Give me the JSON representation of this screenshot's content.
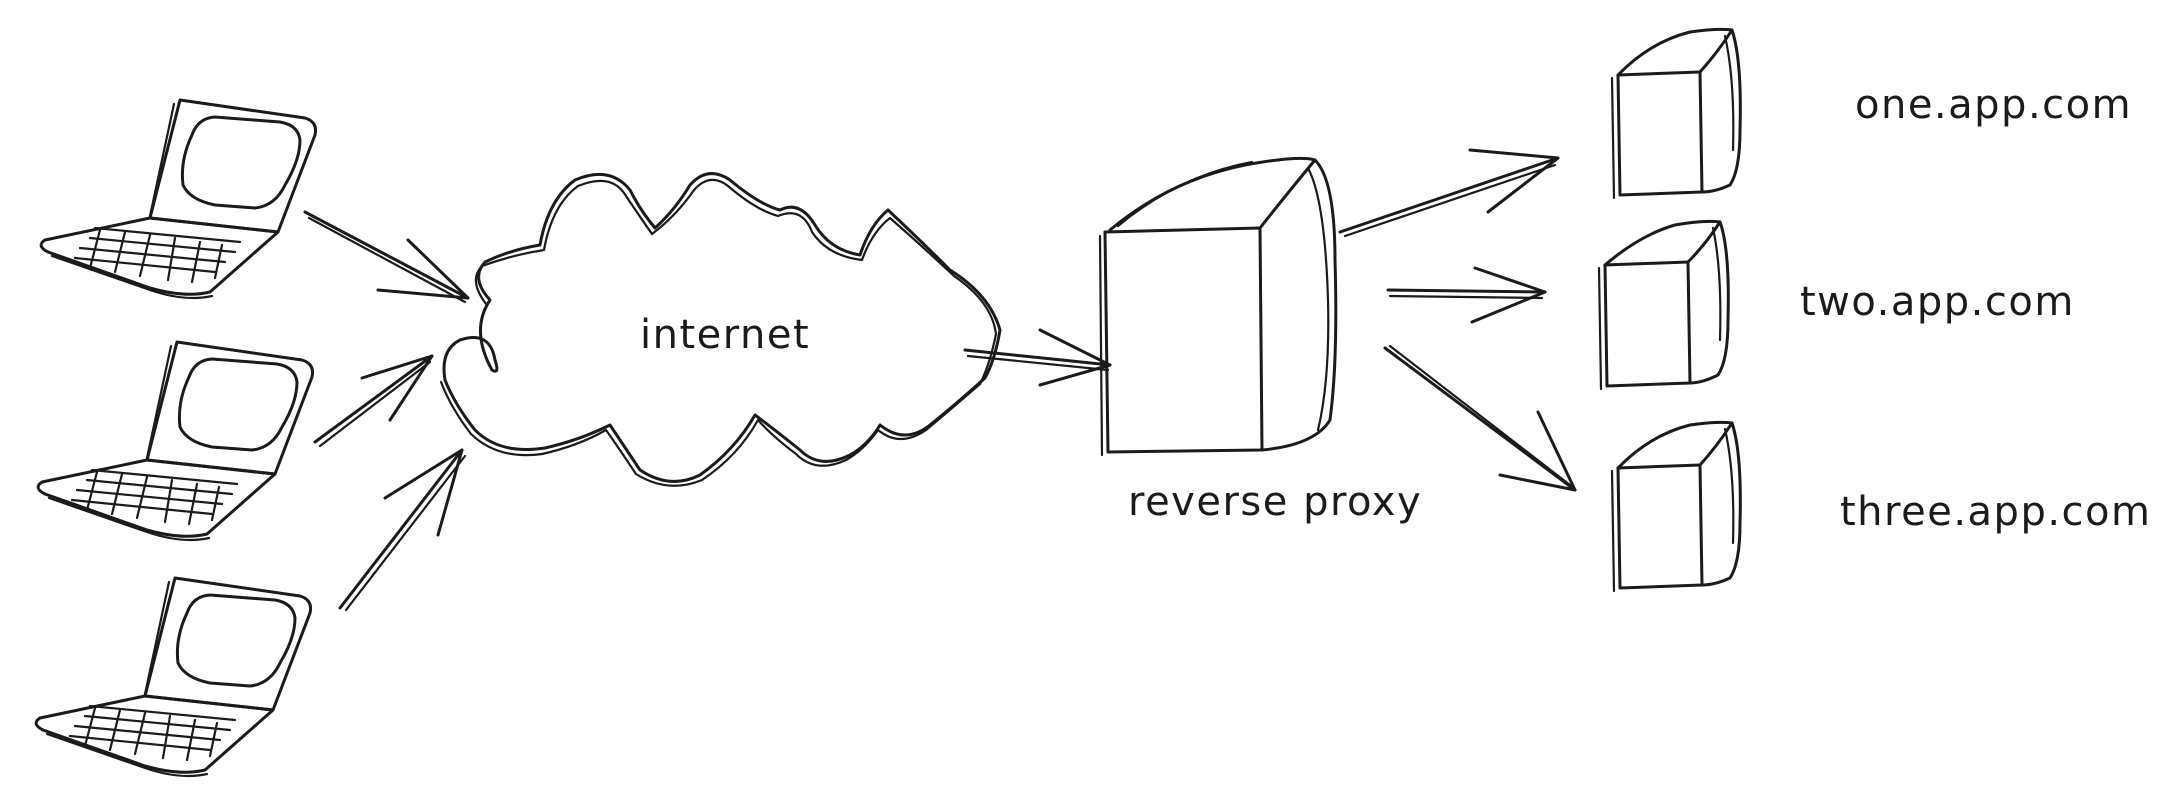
{
  "diagram": {
    "clients": [
      {
        "id": "laptop-1"
      },
      {
        "id": "laptop-2"
      },
      {
        "id": "laptop-3"
      }
    ],
    "network": {
      "label": "internet"
    },
    "proxy": {
      "label": "reverse proxy"
    },
    "backends": [
      {
        "label": "one.app.com"
      },
      {
        "label": "two.app.com"
      },
      {
        "label": "three.app.com"
      }
    ],
    "icons": {
      "client": "laptop-icon",
      "network": "cloud-icon",
      "proxy": "server-icon",
      "backend": "server-icon"
    },
    "colors": {
      "stroke": "#1b1b1b",
      "background": "#ffffff"
    }
  }
}
